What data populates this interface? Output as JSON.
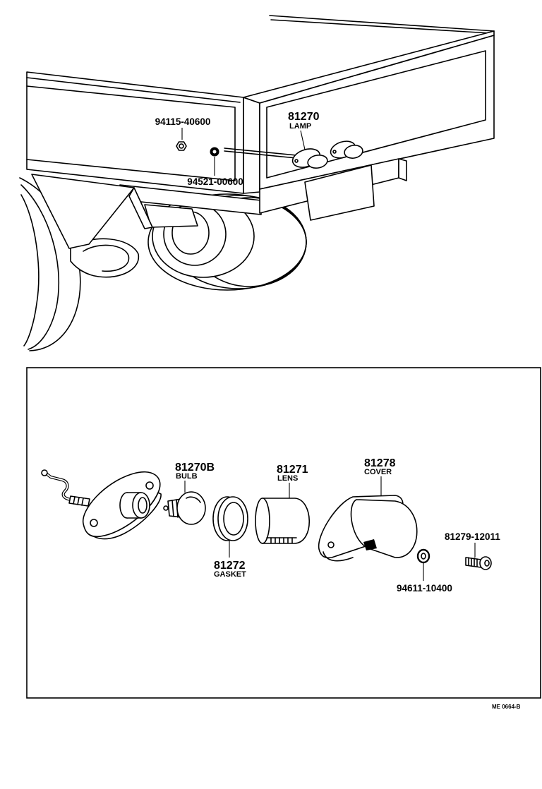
{
  "diagram": {
    "truck_view": {
      "nut": {
        "number": "94115-40600"
      },
      "lamp": {
        "number": "81270",
        "name": "LAMP"
      },
      "washer": {
        "number": "94521-00600"
      }
    },
    "exploded_view": {
      "bulb": {
        "number": "81270B",
        "name": "BULB"
      },
      "lens": {
        "number": "81271",
        "name": "LENS"
      },
      "cover": {
        "number": "81278",
        "name": "COVER"
      },
      "gasket": {
        "number": "81272",
        "name": "GASKET"
      },
      "screw": {
        "number": "81279-12011"
      },
      "washer": {
        "number": "94611-10400"
      }
    },
    "reference_code": "ME 0664-B"
  },
  "colors": {
    "line": "#000000",
    "background": "#ffffff"
  }
}
